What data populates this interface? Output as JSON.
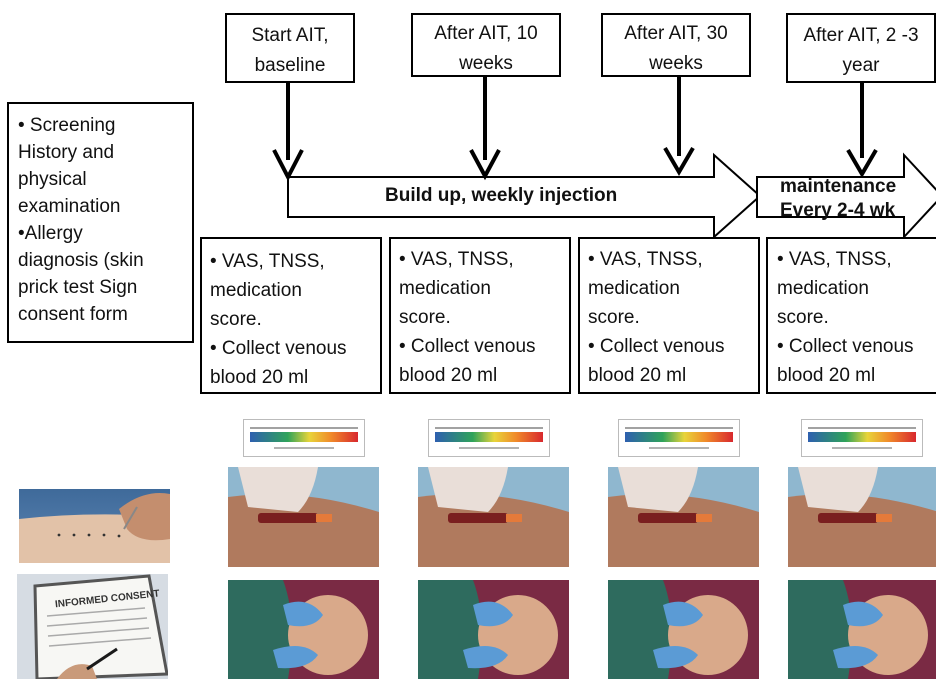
{
  "timepoints": [
    {
      "line1": "Start AIT,",
      "line2": "baseline"
    },
    {
      "line1": "After AIT, 10",
      "line2": "weeks"
    },
    {
      "line1": "After AIT, 30",
      "line2": "weeks"
    },
    {
      "line1": "After AIT, 2 -3",
      "line2": "year"
    }
  ],
  "screening": {
    "lines": [
      "• Screening",
      "History and",
      "physical",
      "examination",
      "•Allergy",
      "diagnosis (skin",
      "prick test Sign",
      "consent form"
    ]
  },
  "phases": {
    "buildup": "Build up, weekly injection",
    "maintenance_line1": "maintenance",
    "maintenance_line2": "Every  2-4 wk"
  },
  "assessment": {
    "lines": [
      "• VAS, TNSS,",
      "medication",
      "score.",
      "• Collect venous",
      "blood 20 ml"
    ]
  },
  "colors": {
    "border": "#000000",
    "skin": "#d9a98a",
    "glove": "#5b9bd5",
    "scrubs": "#2e6b5e",
    "shirt": "#7a2a44"
  },
  "icons": [
    "prick-test-photo",
    "consent-form-photo",
    "vas-scale-image",
    "blood-draw-photo",
    "injection-photo"
  ]
}
